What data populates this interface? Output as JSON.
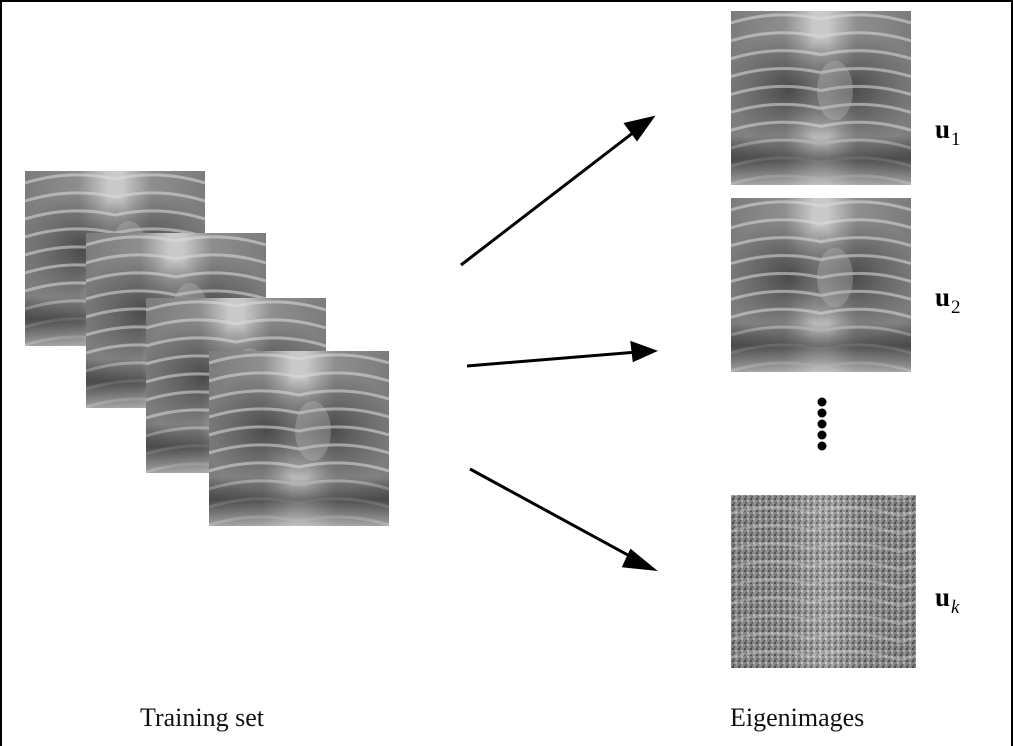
{
  "labels": {
    "training_set": "Training set",
    "eigenimages": "Eigenimages"
  },
  "eigen_vectors": [
    {
      "symbol": "u",
      "subscript": "1"
    },
    {
      "symbol": "u",
      "subscript": "2"
    },
    {
      "symbol": "u",
      "subscript": "k"
    }
  ],
  "colors": {
    "line": "#000000",
    "xray_dark": "#2b2b2b",
    "xray_mid": "#7a7a7a",
    "xray_light": "#d6d6d6"
  }
}
